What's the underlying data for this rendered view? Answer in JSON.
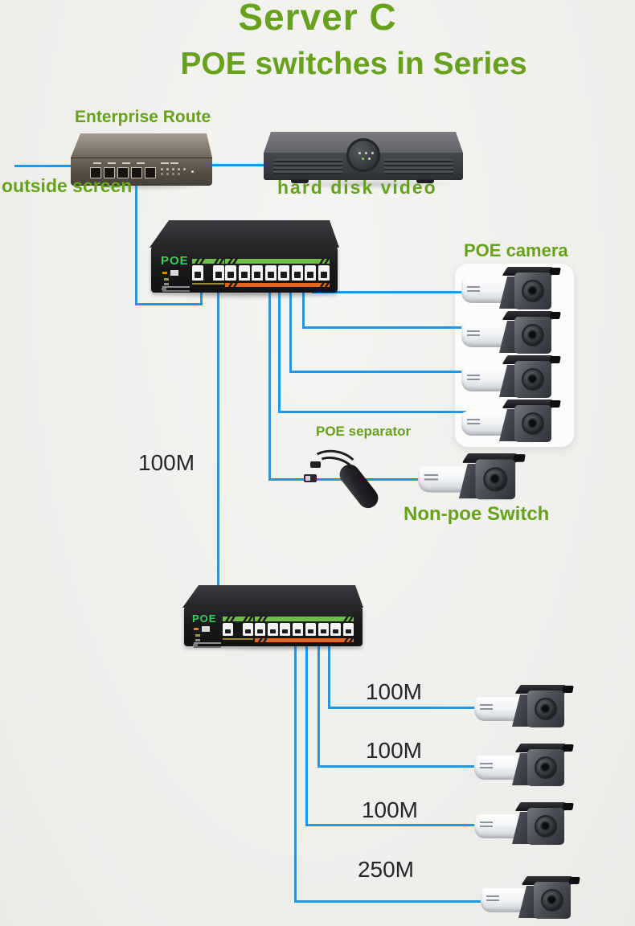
{
  "title": {
    "main": "Server C",
    "subtitle": "POE switches in Series"
  },
  "colors": {
    "label_green": "#67a11d",
    "cable_blue": "#2196e3",
    "switch_logo_green": "#3ec95e",
    "stripe_green": "#6fbe47",
    "stripe_orange": "#e2661b"
  },
  "router": {
    "label": "Enterprise Route"
  },
  "wan": {
    "label": "outside screen"
  },
  "dvr": {
    "label": "hard disk video"
  },
  "switch1": {
    "logo": "POE"
  },
  "switch2": {
    "logo": "POE"
  },
  "camera_group": {
    "label": "POE camera"
  },
  "trunk": {
    "distance": "100M"
  },
  "separator": {
    "label": "POE separator"
  },
  "non_poe": {
    "label": "Non-poe Switch"
  },
  "bottom_links": [
    {
      "distance": "100M"
    },
    {
      "distance": "100M"
    },
    {
      "distance": "100M"
    },
    {
      "distance": "250M"
    }
  ]
}
